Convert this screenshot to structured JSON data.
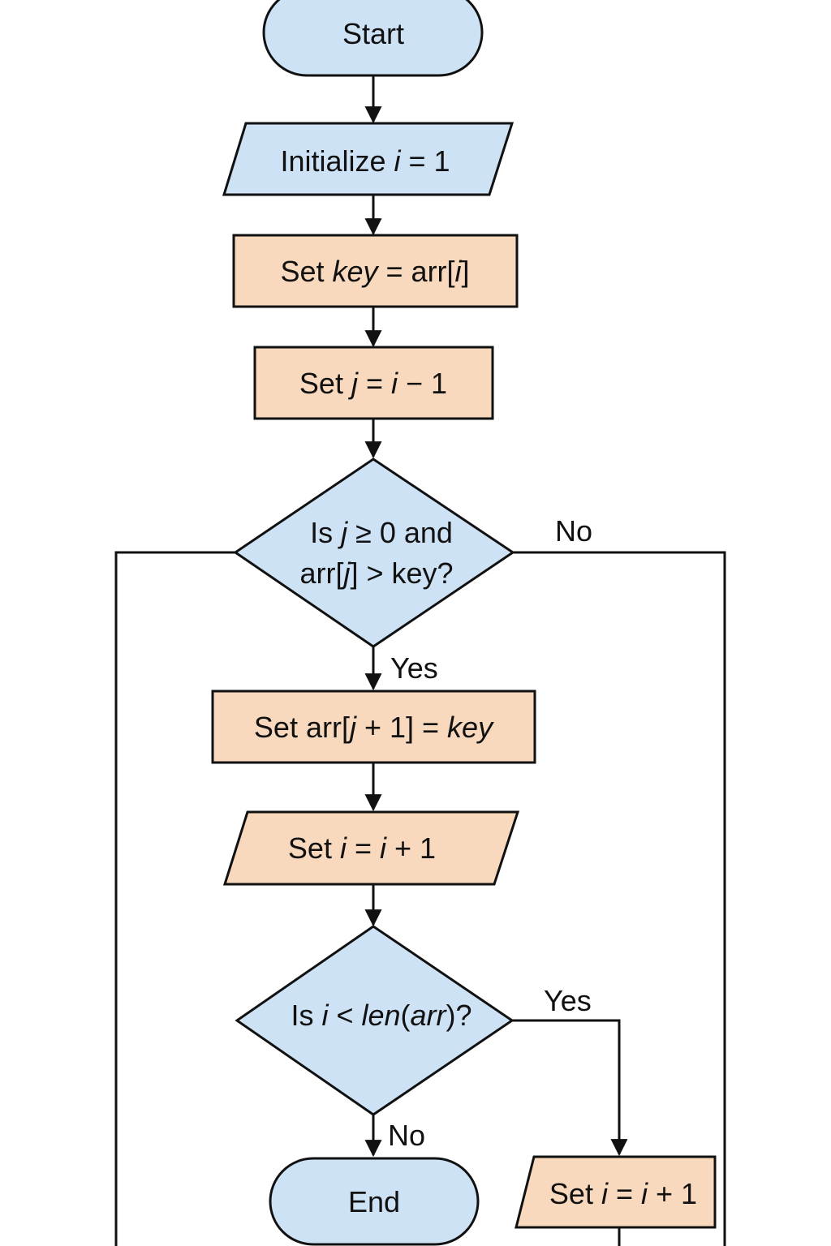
{
  "colors": {
    "terminal_fill": "#cde3f5",
    "io_fill": "#cde3f5",
    "process_fill": "#f9d9bd",
    "decision_fill": "#cde3f5",
    "stroke": "#111111"
  },
  "nodes": {
    "start": {
      "label": "Start"
    },
    "init_i": {
      "pre": "Initialize ",
      "var": "i",
      "post": " = 1"
    },
    "set_key": {
      "pre": "Set ",
      "var": "key",
      "mid": " = arr[",
      "var2": "i",
      "post": "]"
    },
    "set_j": {
      "pre": "Set ",
      "var": "j",
      "mid": " = ",
      "var2": "i",
      "post": " − 1"
    },
    "decision_loop": {
      "line1_pre": "Is ",
      "line1_var": "j",
      "line1_post": " ≥  0 and",
      "line2_pre": "arr[",
      "line2_var": "j",
      "line2_post": "] > key?"
    },
    "set_arr": {
      "pre": "Set arr[",
      "var": "j",
      "mid": " + 1] = ",
      "var2": "key"
    },
    "inc_i": {
      "pre": "Set ",
      "var": "i",
      "mid": " = ",
      "var2": "i",
      "post": " + 1"
    },
    "decision_len": {
      "pre": "Is ",
      "var": "i",
      "mid": " < ",
      "var2": "len",
      "mid2": "(",
      "var3": "arr",
      "post": ")?"
    },
    "end": {
      "label": "End"
    },
    "inc_i_right": {
      "pre": "Set ",
      "var": "i",
      "mid": " = ",
      "var2": "i",
      "post": " + 1"
    }
  },
  "edge_labels": {
    "loop_no": "No",
    "loop_yes": "Yes",
    "len_yes": "Yes",
    "len_no": "No"
  }
}
